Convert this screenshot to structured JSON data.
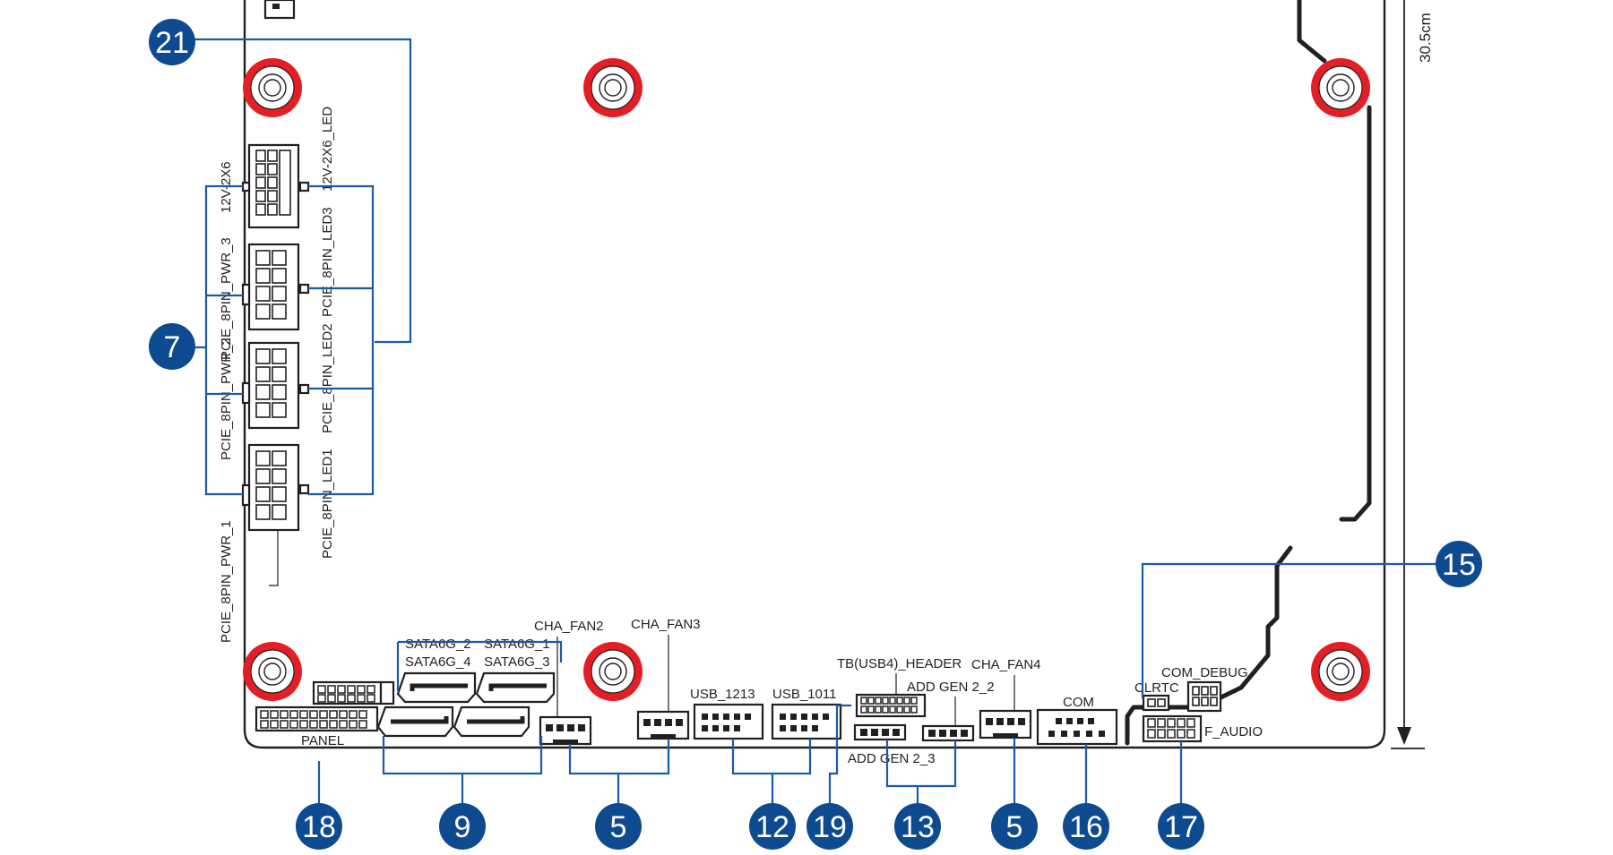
{
  "diagram": {
    "dimension_label": "30.5cm",
    "colors": {
      "leader": "#1a5ba6",
      "badge": "#0e4a8f",
      "mount": "#e31e24",
      "ink": "#231f20"
    },
    "badges": {
      "b21": "21",
      "b7": "7",
      "b15": "15",
      "b18": "18",
      "b9": "9",
      "b5a": "5",
      "b12": "12",
      "b19": "19",
      "b13": "13",
      "b5b": "5",
      "b16": "16",
      "b17": "17"
    },
    "labels": {
      "pwr_12v": "12V-2X6",
      "pwr_3": "PCIE_8PIN_PWR_3",
      "pwr_2": "PCIE_8PIN_PWR_2",
      "pwr_1": "PCIE_8PIN_PWR_1",
      "led_12v": "12V-2X6_LED",
      "led_3": "PCIE_8PIN_LED3",
      "led_2": "PCIE_8PIN_LED2",
      "led_1": "PCIE_8PIN_LED1",
      "sata_2": "SATA6G_2",
      "sata_1": "SATA6G_1",
      "sata_4": "SATA6G_4",
      "sata_3": "SATA6G_3",
      "cha_fan2": "CHA_FAN2",
      "cha_fan3": "CHA_FAN3",
      "cha_fan4": "CHA_FAN4",
      "usb_1213": "USB_1213",
      "usb_1011": "USB_1011",
      "tb_header": "TB(USB4)_HEADER",
      "add_gen_2_2": "ADD GEN 2_2",
      "add_gen_2_3": "ADD GEN 2_3",
      "com": "COM",
      "com_debug": "COM_DEBUG",
      "clrtc": "CLRTC",
      "f_audio": "F_AUDIO",
      "panel": "PANEL"
    }
  }
}
